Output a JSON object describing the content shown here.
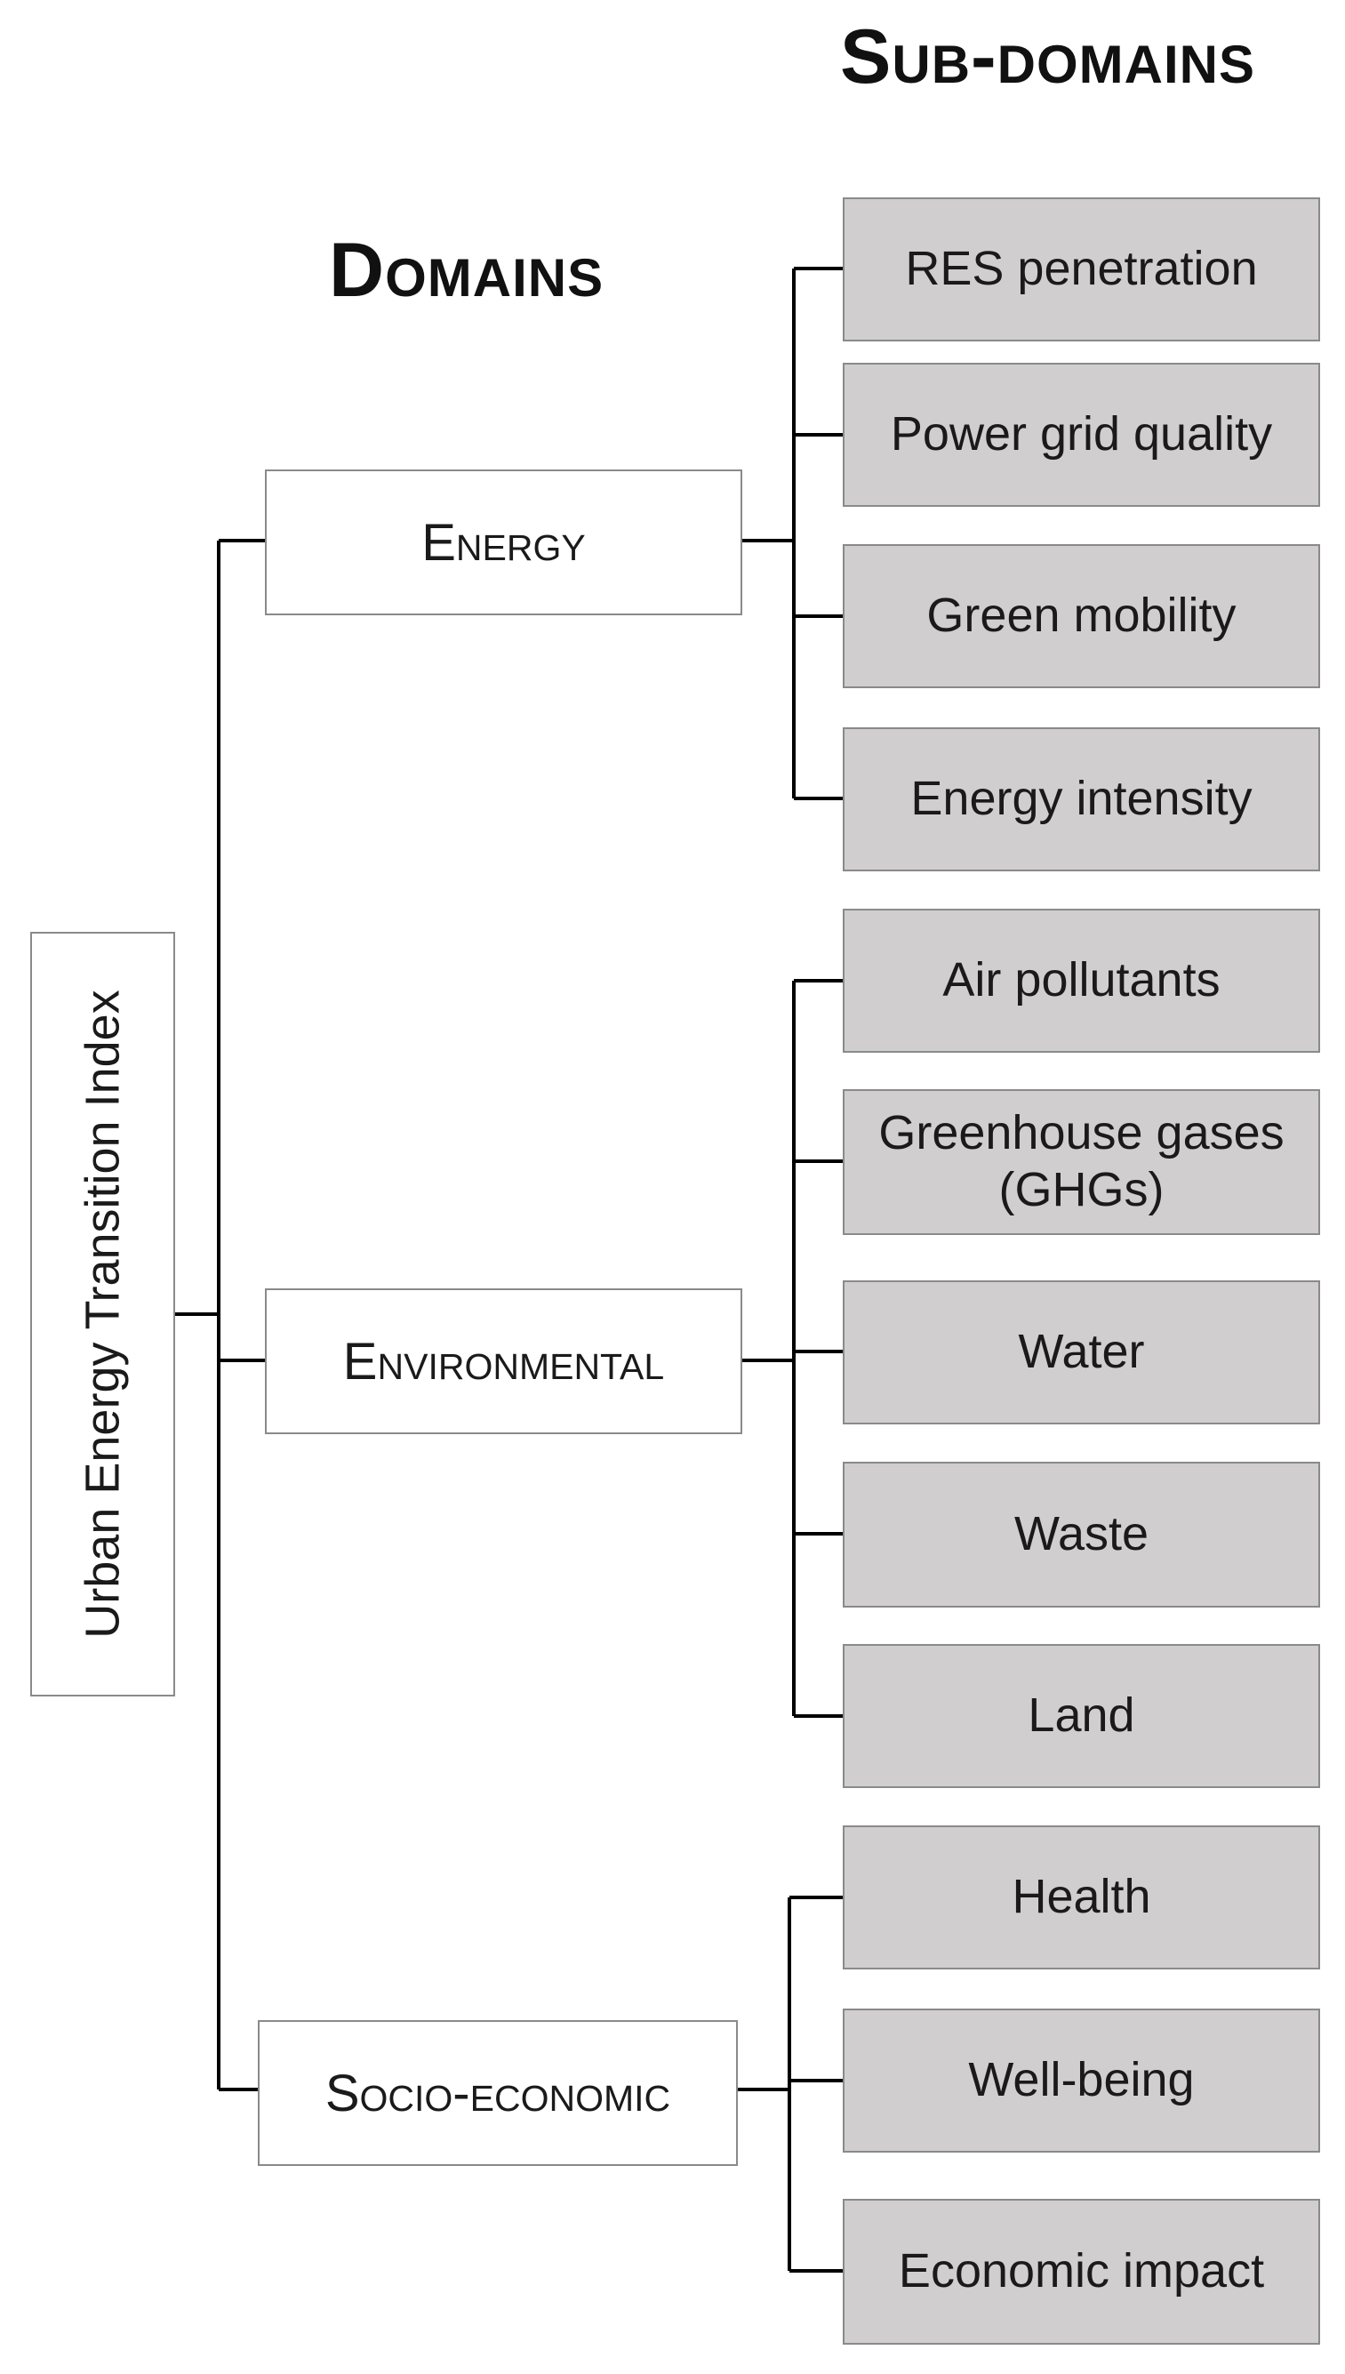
{
  "headers": {
    "domains": "Domains",
    "subdomains": "Sub-domains"
  },
  "root": {
    "label": "Urban Energy Transition Index"
  },
  "domains": [
    {
      "label": "Energy",
      "subdomains": [
        "RES penetration",
        "Power grid quality",
        "Green mobility",
        "Energy intensity"
      ]
    },
    {
      "label": "Environmental",
      "subdomains": [
        "Air pollutants",
        "Greenhouse gases (GHGs)",
        "Water",
        "Waste",
        "Land"
      ]
    },
    {
      "label": "Socio-economic",
      "subdomains": [
        "Health",
        "Well-being",
        "Economic impact"
      ]
    }
  ],
  "colors": {
    "subdomain_fill": "#d0cece",
    "box_border": "#8a8a8a",
    "connector": "#000000"
  }
}
